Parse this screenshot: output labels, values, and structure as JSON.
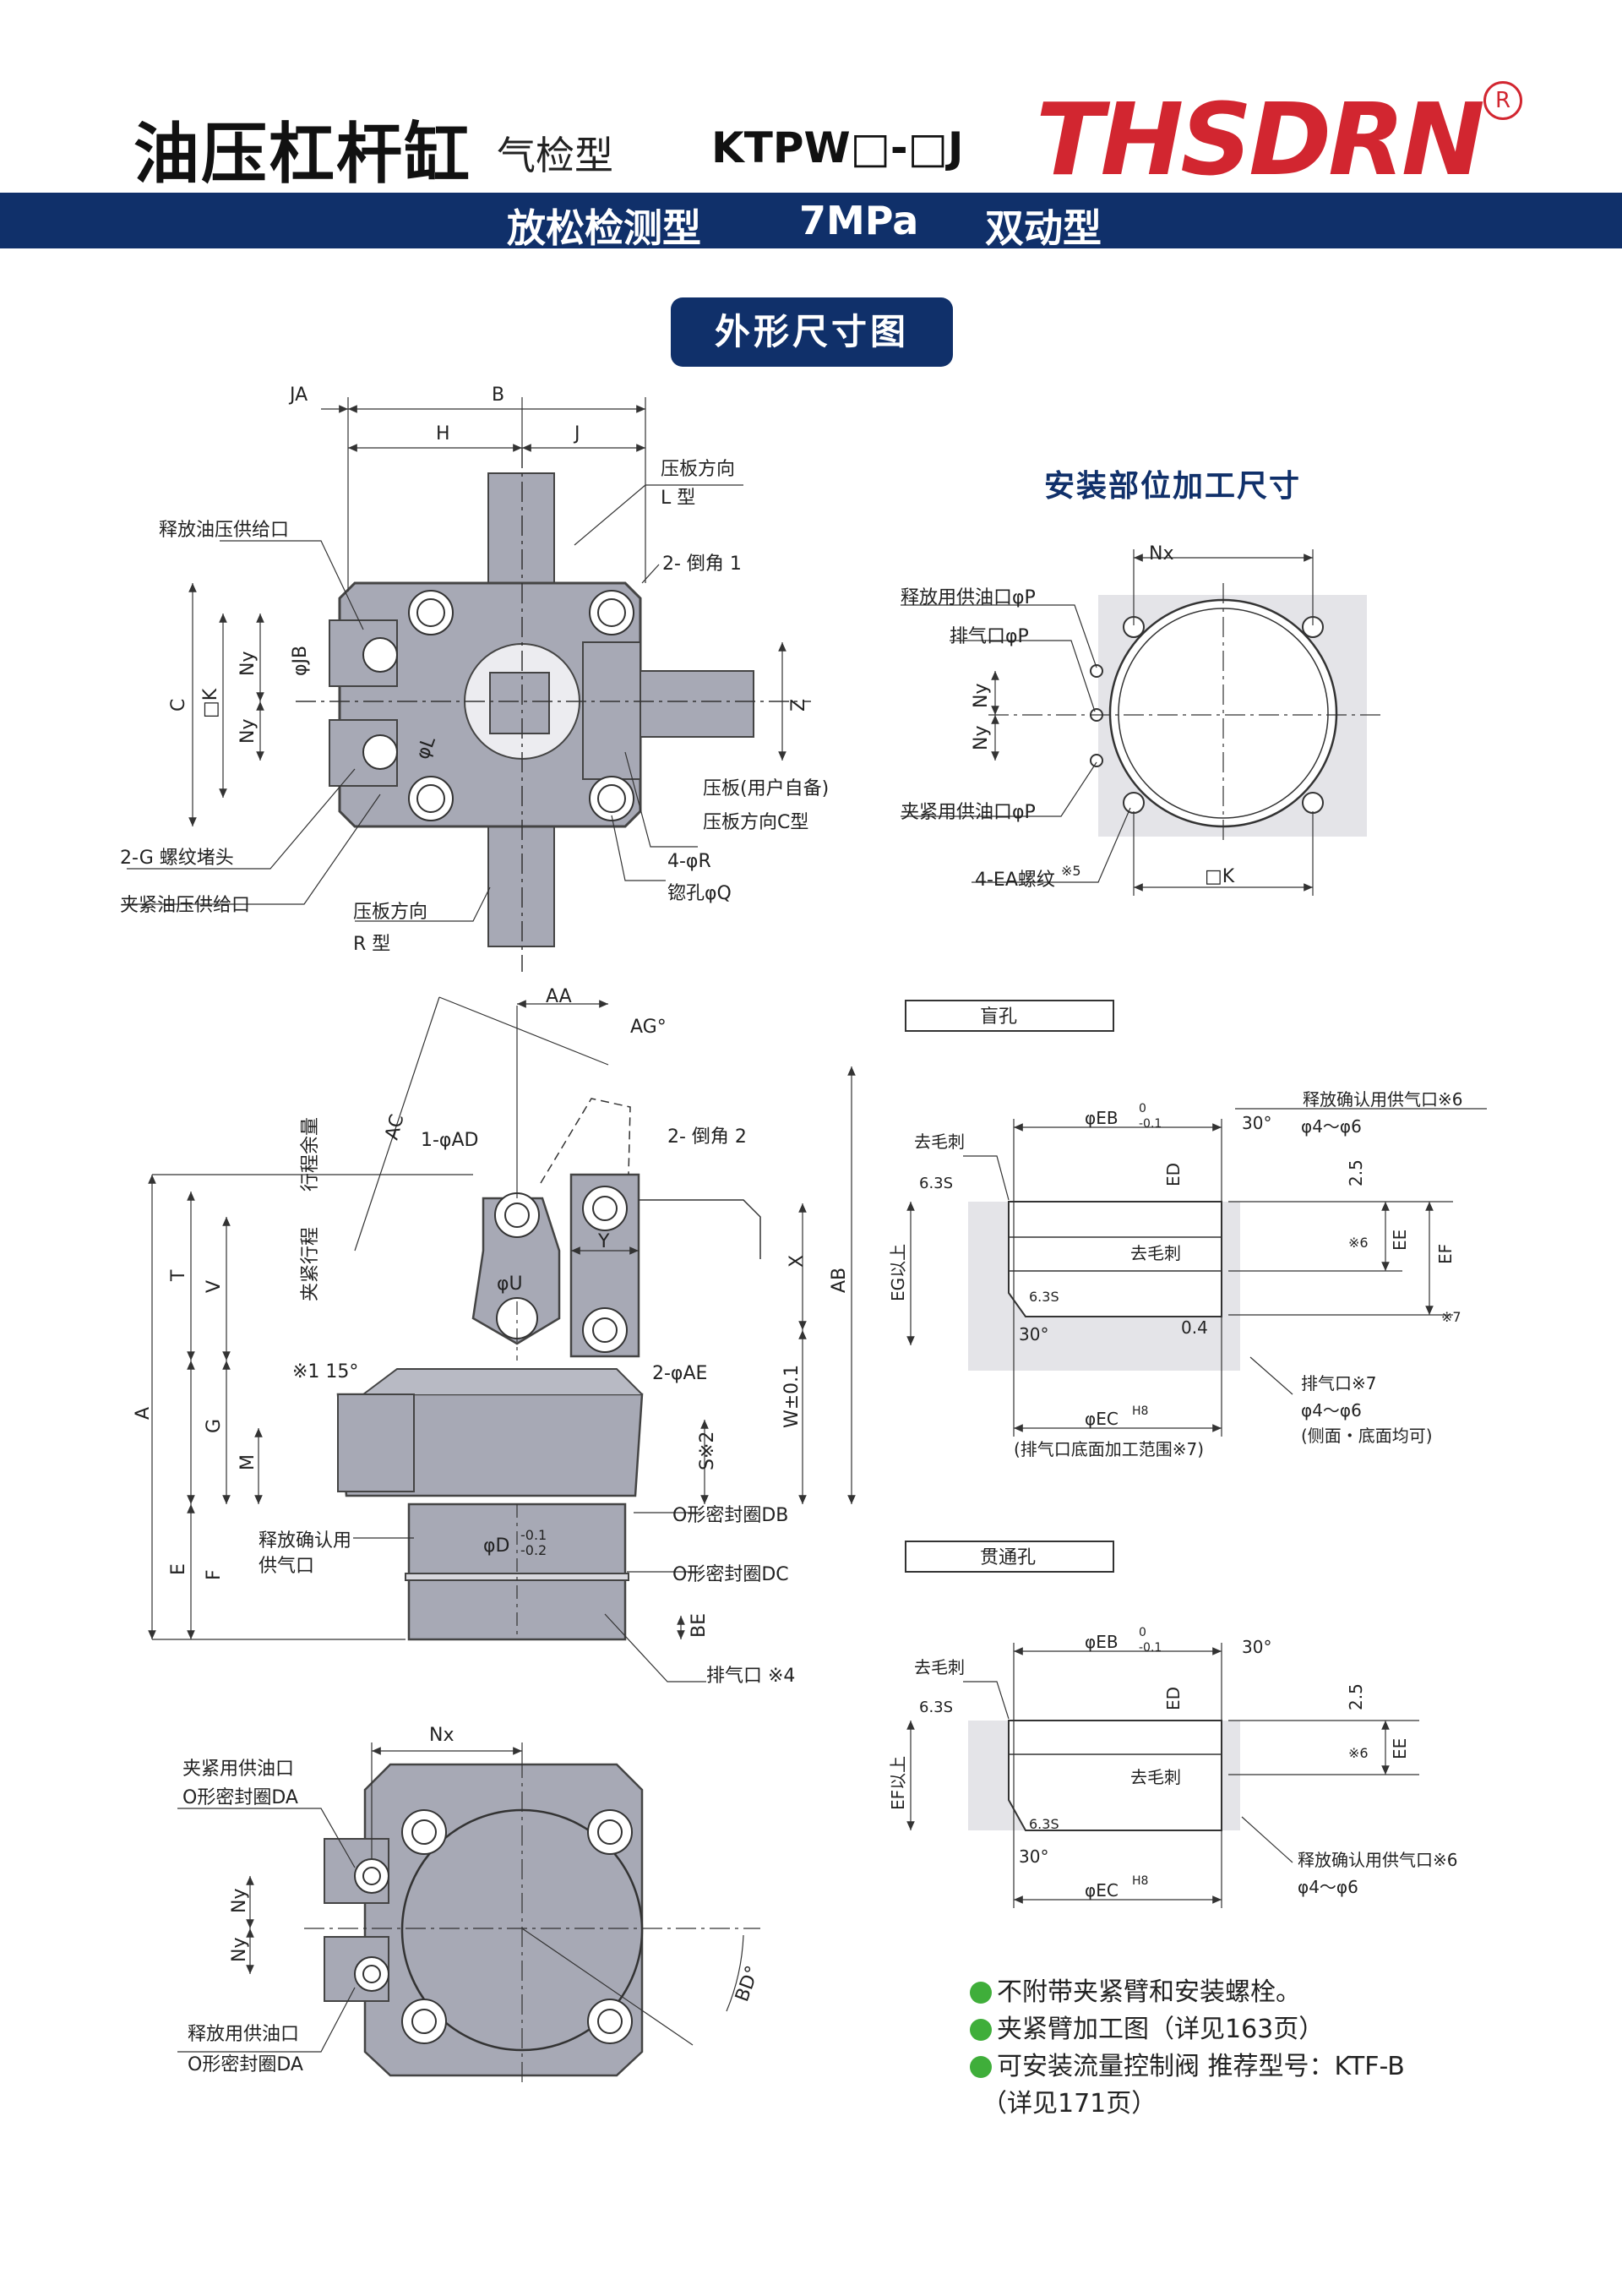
{
  "header": {
    "title": "油压杠杆缸",
    "subtitle": "气检型",
    "model": "KTPW□-□J",
    "logo": "THSDRN",
    "registered": "R",
    "band": [
      "放松检测型",
      "7MPa",
      "双动型"
    ]
  },
  "section_pill": "外形尺寸图",
  "mount_title": "安装部位加工尺寸",
  "top_view": {
    "dims": [
      "JA",
      "B",
      "H",
      "J",
      "C",
      "□K",
      "Ny",
      "Ny",
      "φJB",
      "φL",
      "Z"
    ],
    "labels": [
      "释放油压供给口",
      "压板方向",
      "L 型",
      "2- 倒角 1",
      "2-G 螺纹堵头",
      "夹紧油压供给口",
      "压板(用户自备)",
      "压板方向C型",
      "4-φR",
      "锪孔φQ",
      "压板方向",
      "R 型"
    ]
  },
  "mount_view": {
    "dims": [
      "Nx",
      "Ny",
      "Ny",
      "□K"
    ],
    "labels": [
      "释放用供油口φP",
      "排气口φP",
      "夹紧用供油口φP",
      "4-EA螺纹",
      "※5"
    ]
  },
  "side_view": {
    "dims": [
      "AA",
      "AG°",
      "AC",
      "1-φAD",
      "2- 倒角 2",
      "行程余量",
      "夹紧行程",
      "X",
      "AB",
      "Y",
      "φU",
      "T",
      "V",
      "※1 15°",
      "2-φAE",
      "A",
      "G",
      "M",
      "S※2",
      "W±0.1",
      "E",
      "F",
      "φD",
      "-0.1",
      "-0.2",
      "BE"
    ],
    "labels": [
      "O形密封圈DB",
      "释放确认用",
      "供气口",
      "O形密封圈DC",
      "排气口 ※4"
    ]
  },
  "bottom_view": {
    "dims": [
      "Nx",
      "Ny",
      "Ny",
      "BD°"
    ],
    "labels": [
      "夹紧用供油口",
      "O形密封圈DA",
      "释放用供油口",
      "O形密封圈DA"
    ]
  },
  "blind_hole": {
    "title": "盲孔",
    "labels": [
      "释放确认用供气口※6",
      "φ4～φ6",
      "φEB",
      "0",
      "-0.1",
      "30°",
      "去毛刺",
      "6.3S",
      "ED",
      "2.5",
      "EE",
      "EF",
      "EG以上",
      "※6",
      "※7",
      "0.4",
      "6.3S",
      "30°",
      "排气口※7",
      "φ4～φ6",
      "(侧面・底面均可)",
      "φEC",
      "H8",
      "(排气口底面加工范围※7)",
      "去毛刺"
    ]
  },
  "through_hole": {
    "title": "贯通孔",
    "labels": [
      "φEB",
      "0",
      "-0.1",
      "30°",
      "去毛刺",
      "6.3S",
      "ED",
      "2.5",
      "EE",
      "EF以上",
      "※6",
      "去毛刺",
      "30°",
      "6.3S",
      "φEC",
      "H8",
      "释放确认用供气口※6",
      "φ4～φ6"
    ]
  },
  "notes": [
    "不附带夹紧臂和安装螺栓。",
    "夹紧臂加工图（详见163页）",
    "可安装流量控制阀 推荐型号：KTF-B",
    "（详见171页）"
  ],
  "colors": {
    "navy": "#10306a",
    "brand_red": "#d22630",
    "body_gray": "#a7a9b5",
    "note_green": "#3fae3a"
  }
}
